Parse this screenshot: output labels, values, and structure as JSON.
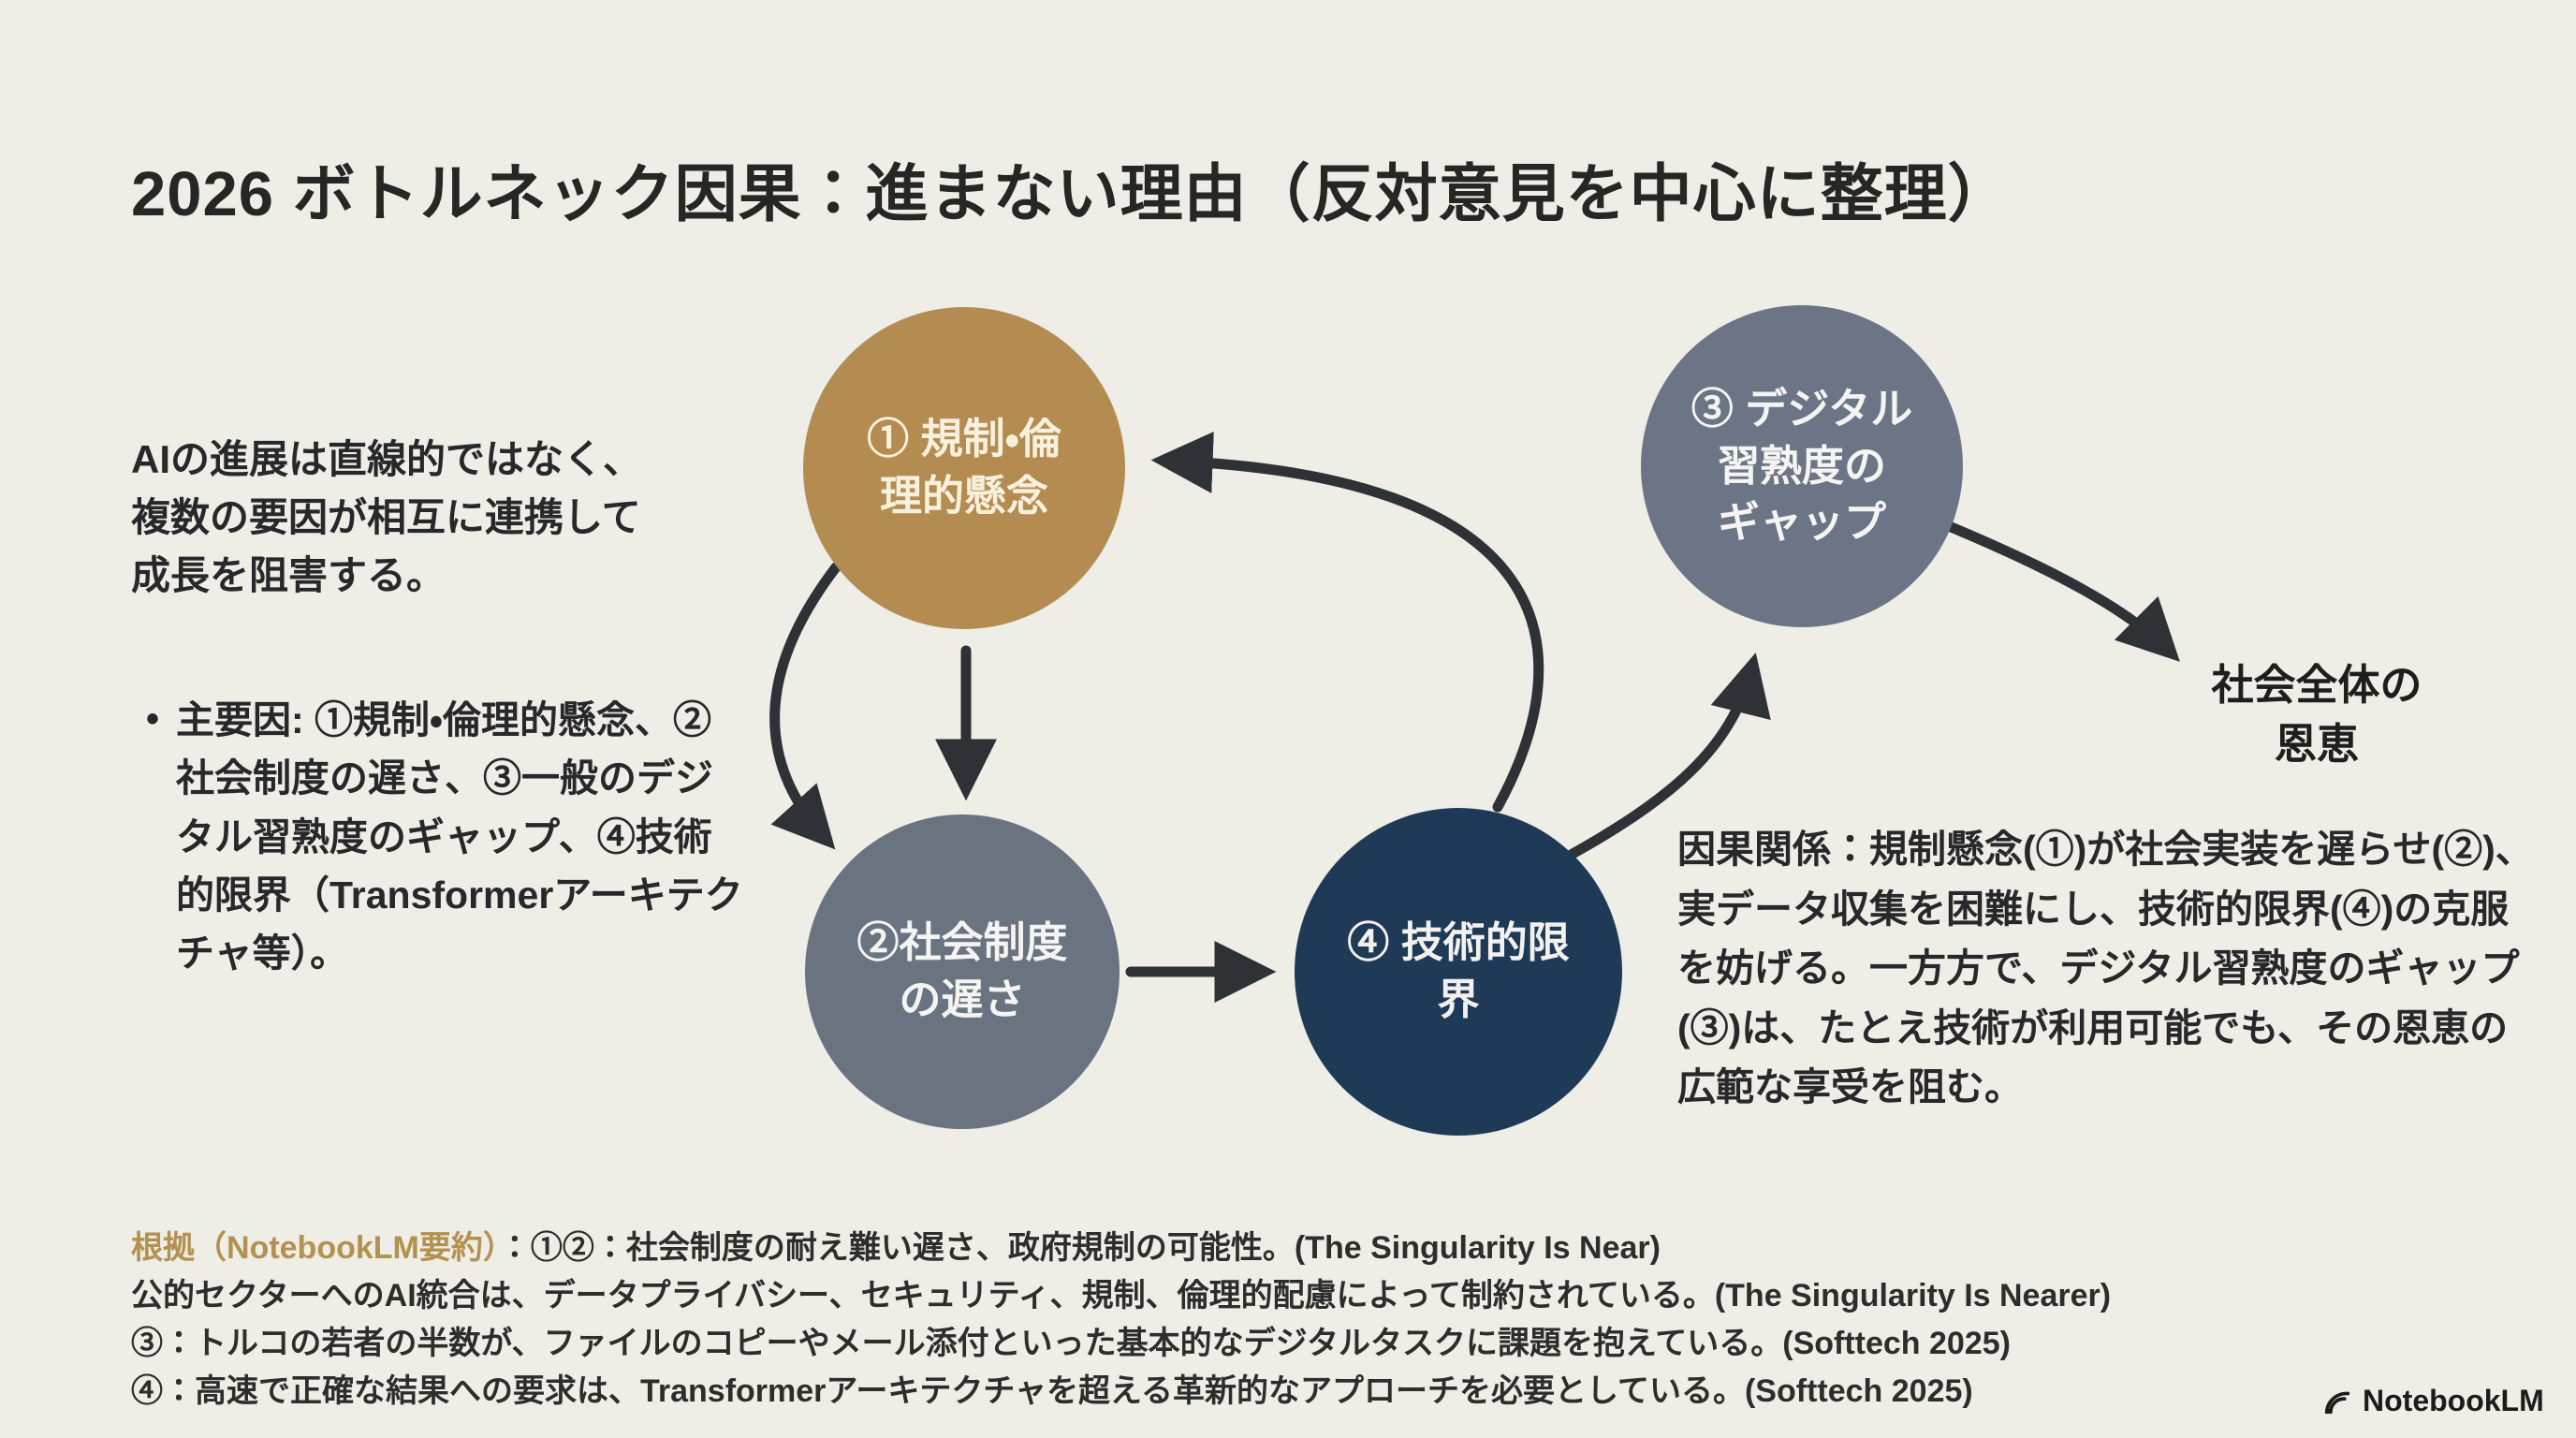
{
  "title": "2026 ボトルネック因果：進まない理由（反対意見を中心に整理）",
  "intro": "AIの進展は直線的ではなく、\n複数の要因が相互に連携して\n成長を阻害する。",
  "bullet": {
    "marker": "•",
    "text": "主要因: ①規制・倫理的懸念、②社会制度の遅さ、③一般のデジタル習熟度のギャップ、④技術的限界（Transformerアーキテクチャ等）。"
  },
  "nodes": {
    "regulation": "① 規制・倫\n理的懸念",
    "social": "②社会制度\nの遅さ",
    "digital": "③ デジタル\n習熟度の\nギャップ",
    "technical": "④ 技術的限\n界"
  },
  "outcome": "社会全体の\n恩恵",
  "causal": "因果関係：規制懸念(①)が社会実装を遅らせ(②)、実データ収集を困難にし、技術的限界(④)の克服を妨げる。一方方で、デジタル習熟度のギャップ(③)は、たとえ技術が利用可能でも、その恩恵の広範な享受を阻む。",
  "footnotes": {
    "lead": "根拠（NotebookLM要約）",
    "line1_rest": "：①②：社会制度の耐え難い遅さ、政府規制の可能性。(The Singularity Is Near)",
    "line2": "公的セクターへのAI統合は、データプライバシー、セキュリティ、規制、倫理的配慮によって制約されている。(The Singularity Is Nearer)",
    "line3": "③：トルコの若者の半数が、ファイルのコピーやメール添付といった基本的なデジタルタスクに課題を抱えている。(Softtech 2025)",
    "line4": "④：高速で正確な結果への要求は、Transformerアーキテクチャを超える革新的なアプローチを必要としている。(Softtech 2025)"
  },
  "watermark": "NotebookLM",
  "colors": {
    "background": "#EEEDE6",
    "node_regulation": "#B48C51",
    "node_social": "#6A7380",
    "node_digital": "#6B7585",
    "node_technical": "#1E3A57",
    "arrow": "#2E3237",
    "accent_gold": "#B3914F",
    "text": "#2B2B28"
  }
}
